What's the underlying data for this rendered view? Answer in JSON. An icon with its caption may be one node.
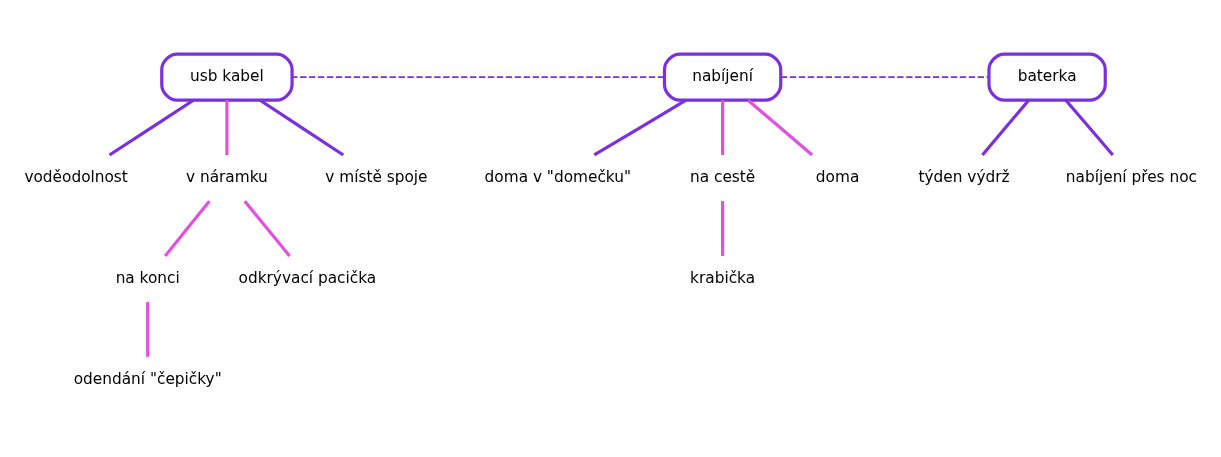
{
  "diagram": {
    "nodes": [
      {
        "text": [
          "usb kabel"
        ]
      },
      {
        "text": [
          "voděodolnost"
        ]
      },
      {
        "text": [
          "v náramku"
        ]
      },
      {
        "text": [
          "v místě spoje"
        ]
      },
      {
        "text": [
          "nabíjení"
        ]
      },
      {
        "text": [
          "doma v \"domečku\""
        ]
      },
      {
        "text": [
          "na cestě"
        ]
      },
      {
        "text": [
          "krabička"
        ]
      },
      {
        "text": [
          "doma"
        ]
      },
      {
        "text": [
          "na konci"
        ]
      },
      {
        "text": [
          "odkrývací pacička"
        ]
      },
      {
        "text": [
          "odendání \"čepičky\""
        ]
      },
      {
        "text": [
          "baterka"
        ]
      },
      {
        "text": [
          "týden výdrž"
        ]
      },
      {
        "text": [
          "nabíjení přes noc"
        ]
      }
    ],
    "edges": [
      {
        "from": 0,
        "to": 1,
        "arrow": "none",
        "color": "#7b2fe0"
      },
      {
        "from": 0,
        "to": 2,
        "arrow": "none",
        "color": "#e44fe0"
      },
      {
        "from": 0,
        "to": 3,
        "arrow": "none",
        "color": "#7b2fe0"
      },
      {
        "from": 4,
        "to": 0,
        "arrow": "none",
        "style": "dashed",
        "color": "#7b2fe0"
      },
      {
        "from": 4,
        "to": 12,
        "arrow": "none",
        "style": "dashed",
        "color": "#7b2fe0"
      },
      {
        "from": 4,
        "to": 5,
        "arrow": "none",
        "color": "#7b2fe0"
      },
      {
        "from": 4,
        "to": 6,
        "arrow": "none",
        "color": "#e44fe0"
      },
      {
        "from": 6,
        "to": 7,
        "arrow": "none",
        "color": "#e44fe0"
      },
      {
        "from": 4,
        "to": 8,
        "arrow": "none",
        "color": "#e44fe0"
      },
      {
        "from": 2,
        "to": 9,
        "arrow": "none",
        "color": "#e44fe0"
      },
      {
        "from": 2,
        "to": 10,
        "arrow": "none",
        "color": "#e44fe0"
      },
      {
        "from": 9,
        "to": 11,
        "arrow": "none",
        "color": "#e44fe0"
      },
      {
        "from": 12,
        "to": 13,
        "arrow": "none",
        "color": "#7b2fe0"
      },
      {
        "from": 12,
        "to": 14,
        "arrow": "none",
        "color": "#7b2fe0"
      }
    ]
  }
}
